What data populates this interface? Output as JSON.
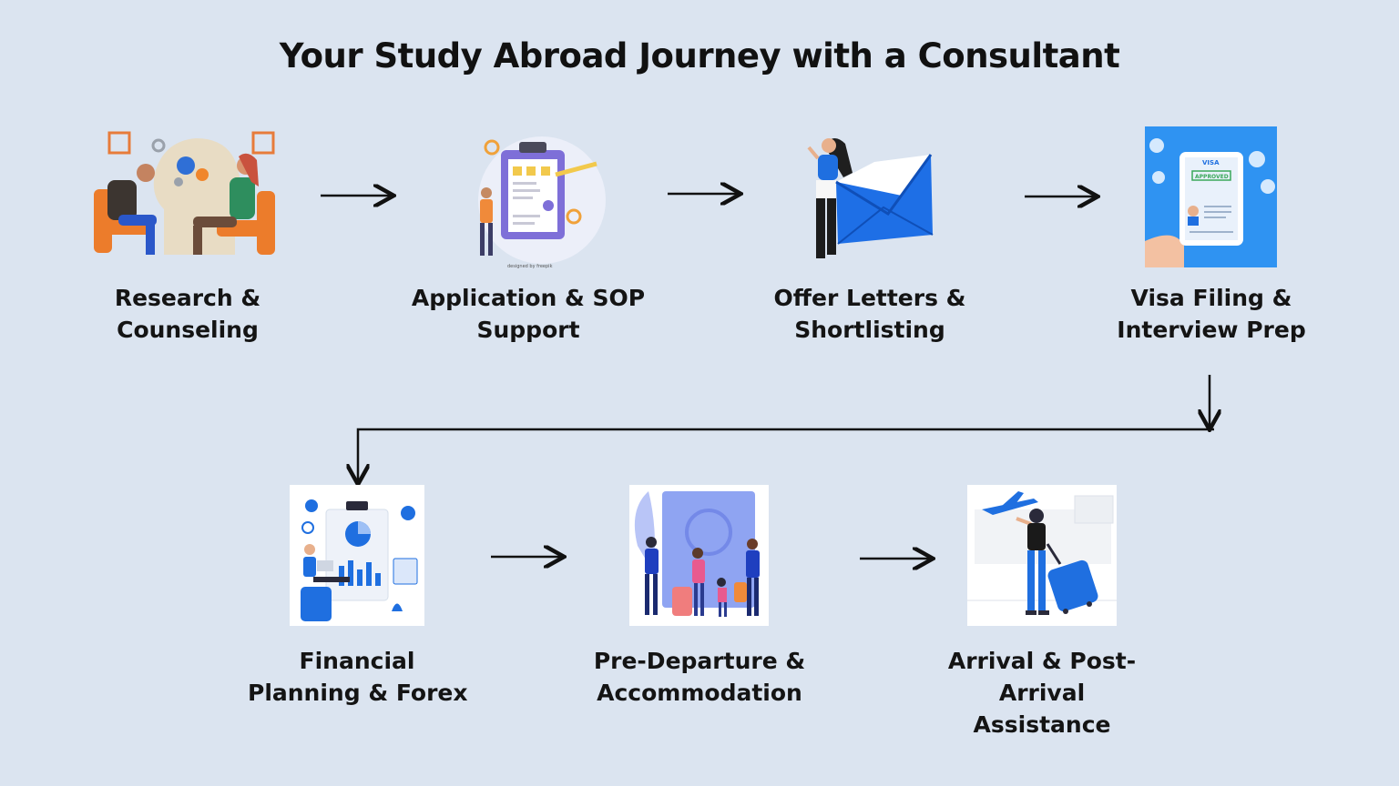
{
  "title": "Your Study Abroad Journey with a Consultant",
  "colors": {
    "background": "#dbe4f0",
    "accent_blue": "#1f6fe0",
    "accent_orange": "#f0862c",
    "arrow": "#111111"
  },
  "steps": [
    {
      "lines": [
        "Research &",
        "Counseling"
      ],
      "icon": "counseling-illustration"
    },
    {
      "lines": [
        "Application & SOP",
        "Support"
      ],
      "icon": "clipboard-illustration"
    },
    {
      "lines": [
        "Offer Letters &",
        "Shortlisting"
      ],
      "icon": "envelope-illustration"
    },
    {
      "lines": [
        "Visa Filing &",
        "Interview Prep"
      ],
      "icon": "visa-phone-illustration"
    },
    {
      "lines": [
        "Financial",
        "Planning & Forex"
      ],
      "icon": "finance-chart-illustration"
    },
    {
      "lines": [
        "Pre-Departure &",
        "Accommodation"
      ],
      "icon": "travelers-illustration"
    },
    {
      "lines": [
        "Arrival & Post-",
        "Arrival",
        "Assistance"
      ],
      "icon": "airport-arrival-illustration"
    }
  ],
  "credit": "designed by freepik",
  "visa_card": {
    "header": "VISA",
    "stamp": "APPROVED"
  }
}
